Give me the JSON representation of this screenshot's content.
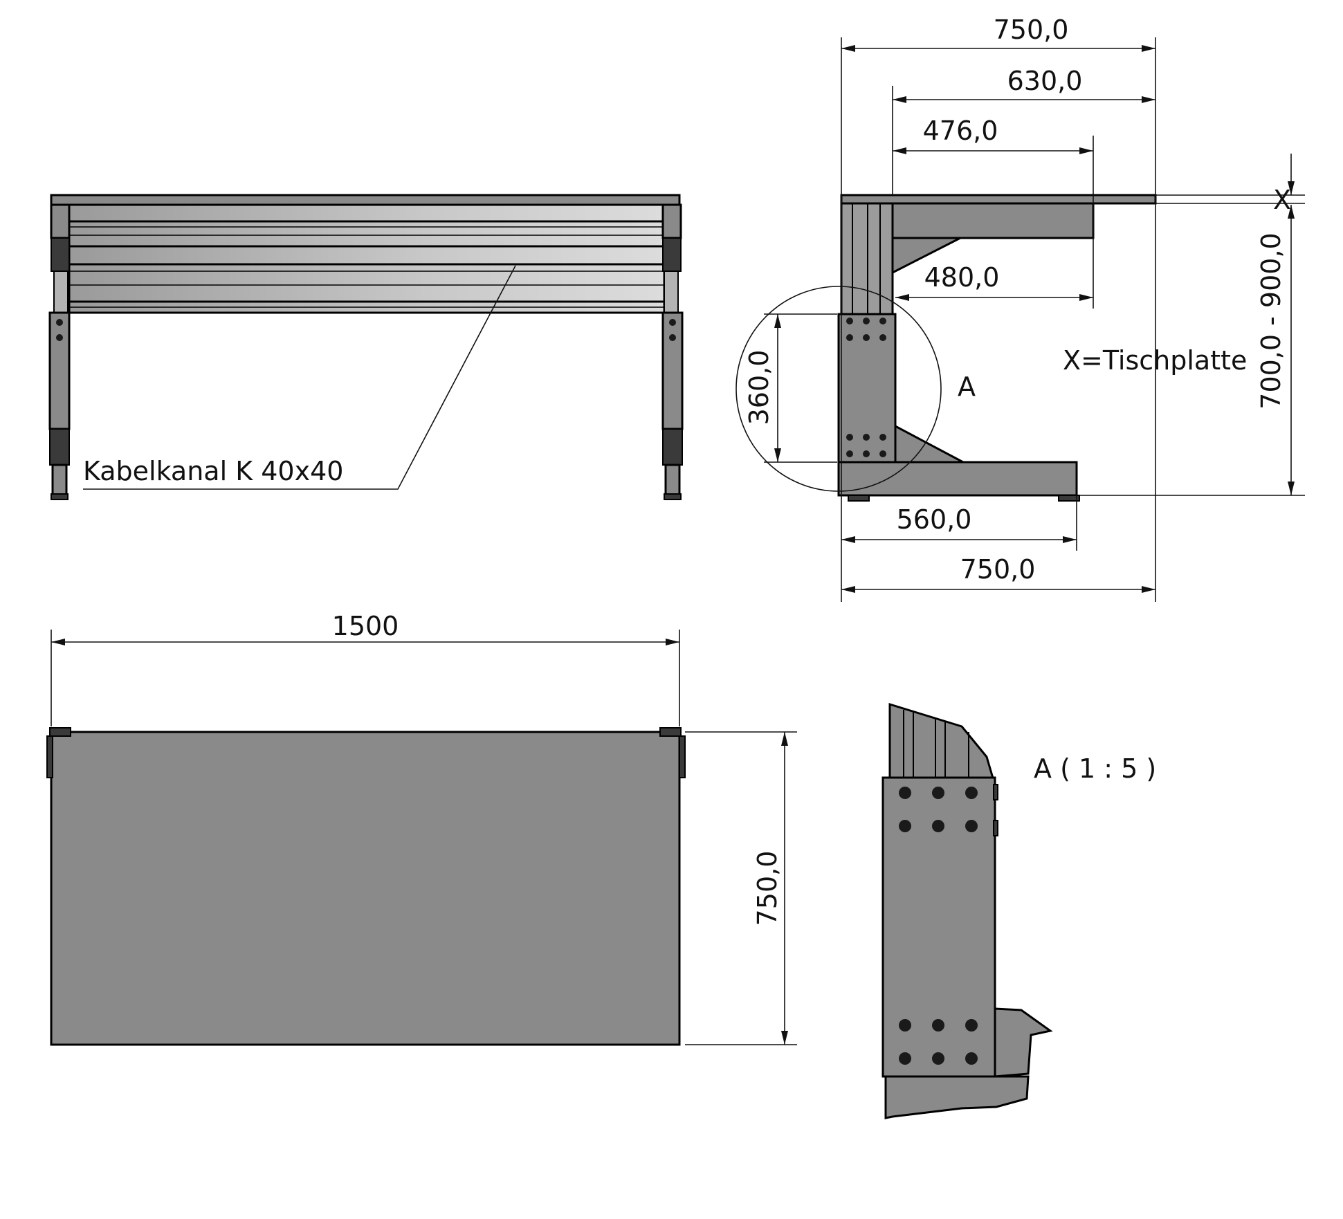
{
  "front_view": {
    "label": "Kabelkanal K 40x40"
  },
  "top_view": {
    "width_dim": "1500",
    "depth_dim": "750,0"
  },
  "side_view": {
    "dims": {
      "top_overall": "750,0",
      "top_630": "630,0",
      "top_476": "476,0",
      "inner_480": "480,0",
      "leg_360": "360,0",
      "foot_560": "560,0",
      "bottom_overall": "750,0",
      "height_range": "700,0 - 900,0",
      "x_mark": "X"
    },
    "legend": "X=Tischplatte",
    "detail_marker": "A"
  },
  "detail_view": {
    "title": "A ( 1 : 5 )"
  }
}
